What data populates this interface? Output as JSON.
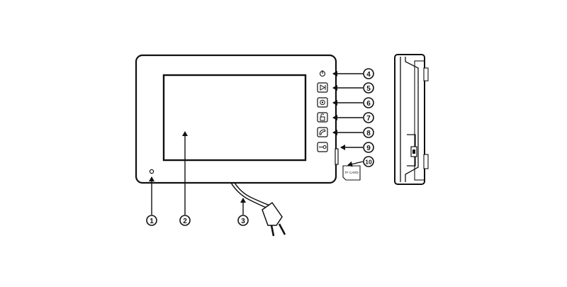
{
  "diagram": {
    "callouts": [
      {
        "id": "1",
        "label": "1"
      },
      {
        "id": "2",
        "label": "2"
      },
      {
        "id": "3",
        "label": "3"
      },
      {
        "id": "4",
        "label": "4"
      },
      {
        "id": "5",
        "label": "5"
      },
      {
        "id": "6",
        "label": "6"
      },
      {
        "id": "7",
        "label": "7"
      },
      {
        "id": "8",
        "label": "8"
      },
      {
        "id": "9",
        "label": "9"
      },
      {
        "id": "10",
        "label": "10"
      }
    ],
    "tf_card_label": "TF CARD",
    "buttons": [
      {
        "id": "4",
        "icon": "power-icon"
      },
      {
        "id": "5",
        "icon": "play-next-icon"
      },
      {
        "id": "6",
        "icon": "monitor-icon"
      },
      {
        "id": "7",
        "icon": "unlock-icon"
      },
      {
        "id": "8",
        "icon": "talk-icon"
      },
      {
        "id": "9",
        "icon": "key-icon"
      }
    ]
  }
}
